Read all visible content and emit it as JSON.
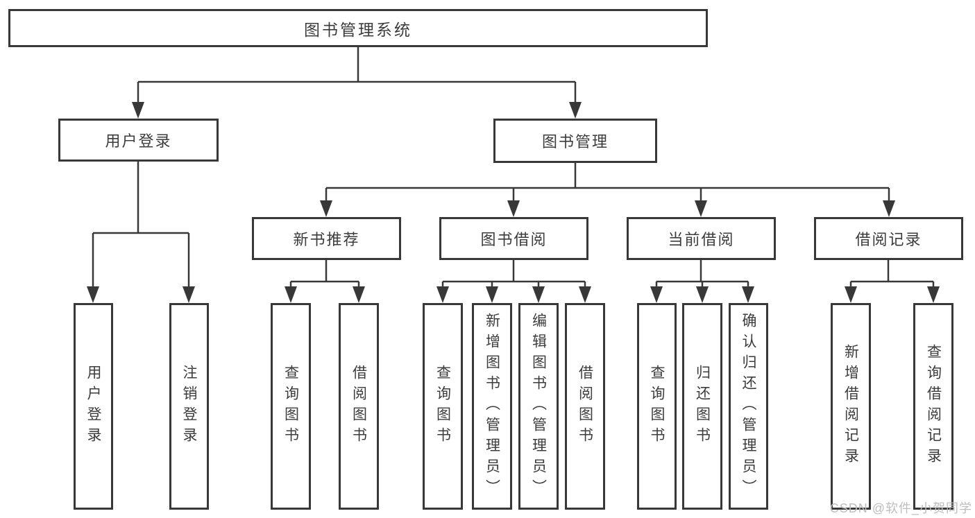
{
  "diagram_title": "图书管理系统",
  "colors": {
    "line": "#383838",
    "box_border": "#383838",
    "text": "#3c3c3c",
    "background": "#ffffff",
    "watermark": "#bdbdbd"
  },
  "nodes": {
    "root": {
      "label": "图书管理系统"
    },
    "user_login": {
      "label": "用户登录"
    },
    "book_mgmt": {
      "label": "图书管理"
    },
    "new_book": {
      "label": "新书推荐"
    },
    "book_borrow": {
      "label": "图书借阅"
    },
    "current_borrow": {
      "label": "当前借阅"
    },
    "borrow_record": {
      "label": "借阅记录"
    },
    "leaf_user_login": {
      "label": "用户登录"
    },
    "leaf_logout": {
      "label": "注销登录"
    },
    "leaf_newbook_query": {
      "label": "查询图书"
    },
    "leaf_newbook_borrow": {
      "label": "借阅图书"
    },
    "leaf_borrow_query": {
      "label": "查询图书"
    },
    "leaf_borrow_add": {
      "label": "新增图书（管理员）"
    },
    "leaf_borrow_edit": {
      "label": "编辑图书（管理员）"
    },
    "leaf_borrow_borrow": {
      "label": "借阅图书"
    },
    "leaf_current_query": {
      "label": "查询图书"
    },
    "leaf_current_return": {
      "label": "归还图书"
    },
    "leaf_current_confirm": {
      "label": "确认归还（管理员）"
    },
    "leaf_record_add": {
      "label": "新增借阅记录"
    },
    "leaf_record_query": {
      "label": "查询借阅记录"
    }
  },
  "hierarchy": {
    "图书管理系统": {
      "用户登录": [
        "用户登录",
        "注销登录"
      ],
      "图书管理": {
        "新书推荐": [
          "查询图书",
          "借阅图书"
        ],
        "图书借阅": [
          "查询图书",
          "新增图书（管理员）",
          "编辑图书（管理员）",
          "借阅图书"
        ],
        "当前借阅": [
          "查询图书",
          "归还图书",
          "确认归还（管理员）"
        ],
        "借阅记录": [
          "新增借阅记录",
          "查询借阅记录"
        ]
      }
    }
  },
  "watermark": "CSDN @软件_小贺同学"
}
